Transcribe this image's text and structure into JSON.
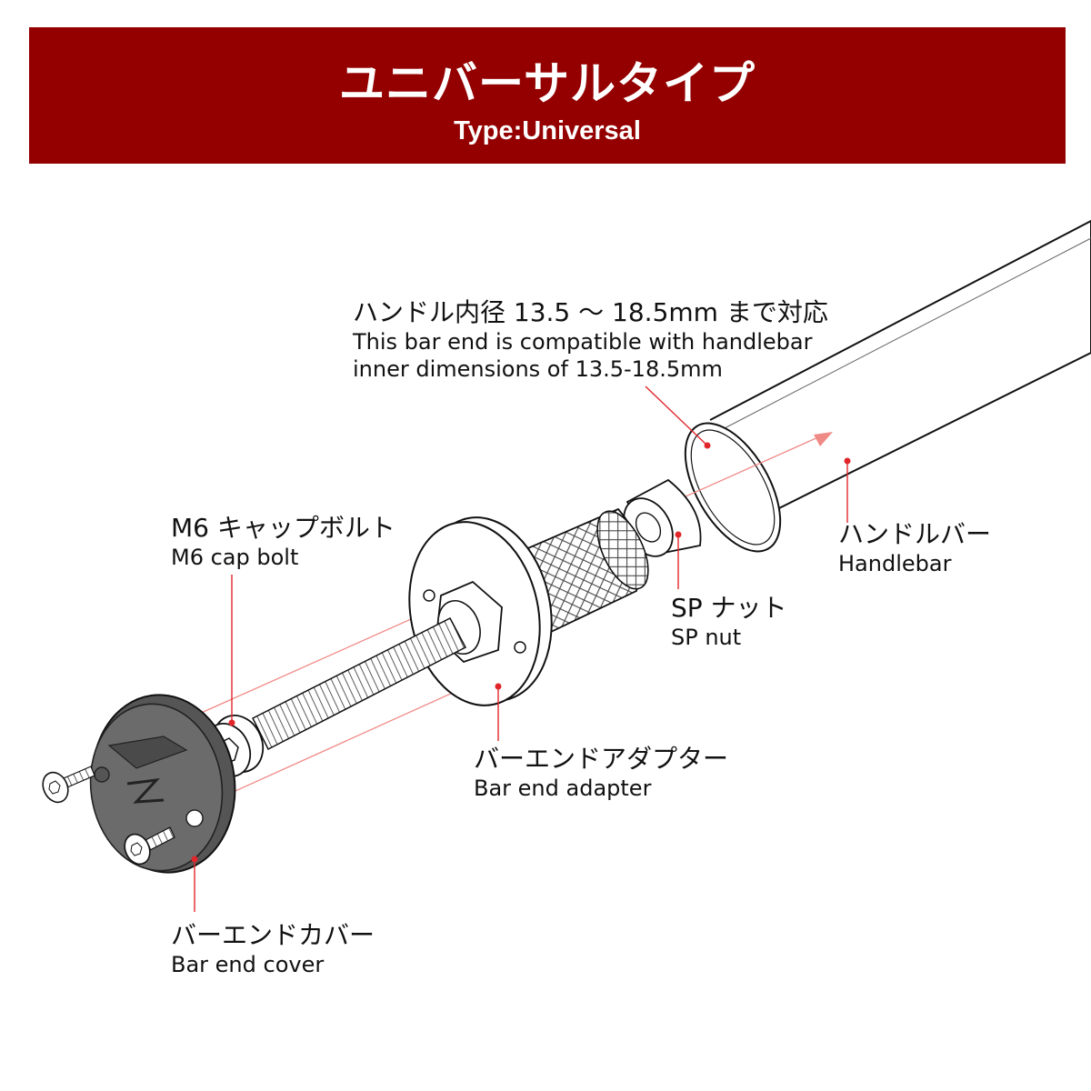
{
  "banner": {
    "title": "ユニバーサルタイプ",
    "subtitle": "Type:Universal"
  },
  "callouts": {
    "inner_diameter": {
      "jp": "ハンドル内径 13.5 〜 18.5mm まで対応",
      "en_line1": "This bar end is compatible with handlebar",
      "en_line2": "inner dimensions of 13.5-18.5mm"
    },
    "cap_bolt": {
      "jp": "M6 キャップボルト",
      "en": "M6 cap bolt"
    },
    "handlebar": {
      "jp": "ハンドルバー",
      "en": "Handlebar"
    },
    "sp_nut": {
      "jp": "SP ナット",
      "en": "SP nut"
    },
    "adapter": {
      "jp": "バーエンドアダプター",
      "en": "Bar end adapter"
    },
    "cover": {
      "jp": "バーエンドカバー",
      "en": "Bar end cover"
    }
  },
  "colors": {
    "banner": "#940000",
    "leader": "#e0262a",
    "axis_line": "#f08a86",
    "cover_fill": "#6b6b6b"
  }
}
